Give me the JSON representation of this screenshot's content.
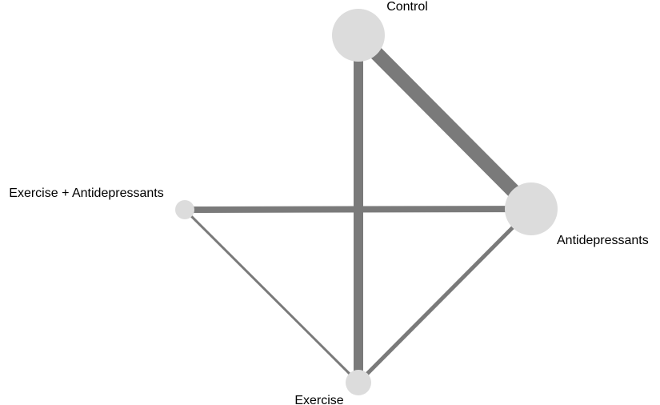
{
  "diagram": {
    "type": "network-graph",
    "node_color": "#dcdcdc",
    "edge_color": "#7a7a7a",
    "nodes": [
      {
        "id": "control",
        "label": "Control",
        "size": "large"
      },
      {
        "id": "antidepressants",
        "label": "Antidepressants",
        "size": "large"
      },
      {
        "id": "exercise_antidepressants",
        "label": "Exercise + Antidepressants",
        "size": "small"
      },
      {
        "id": "exercise",
        "label": "Exercise",
        "size": "medium"
      }
    ],
    "edges": [
      {
        "from": "control",
        "to": "antidepressants",
        "weight": "heaviest"
      },
      {
        "from": "control",
        "to": "exercise",
        "weight": "heavy"
      },
      {
        "from": "exercise_antidepressants",
        "to": "antidepressants",
        "weight": "medium"
      },
      {
        "from": "exercise",
        "to": "antidepressants",
        "weight": "thin"
      },
      {
        "from": "exercise_antidepressants",
        "to": "exercise",
        "weight": "thinnest"
      }
    ]
  }
}
